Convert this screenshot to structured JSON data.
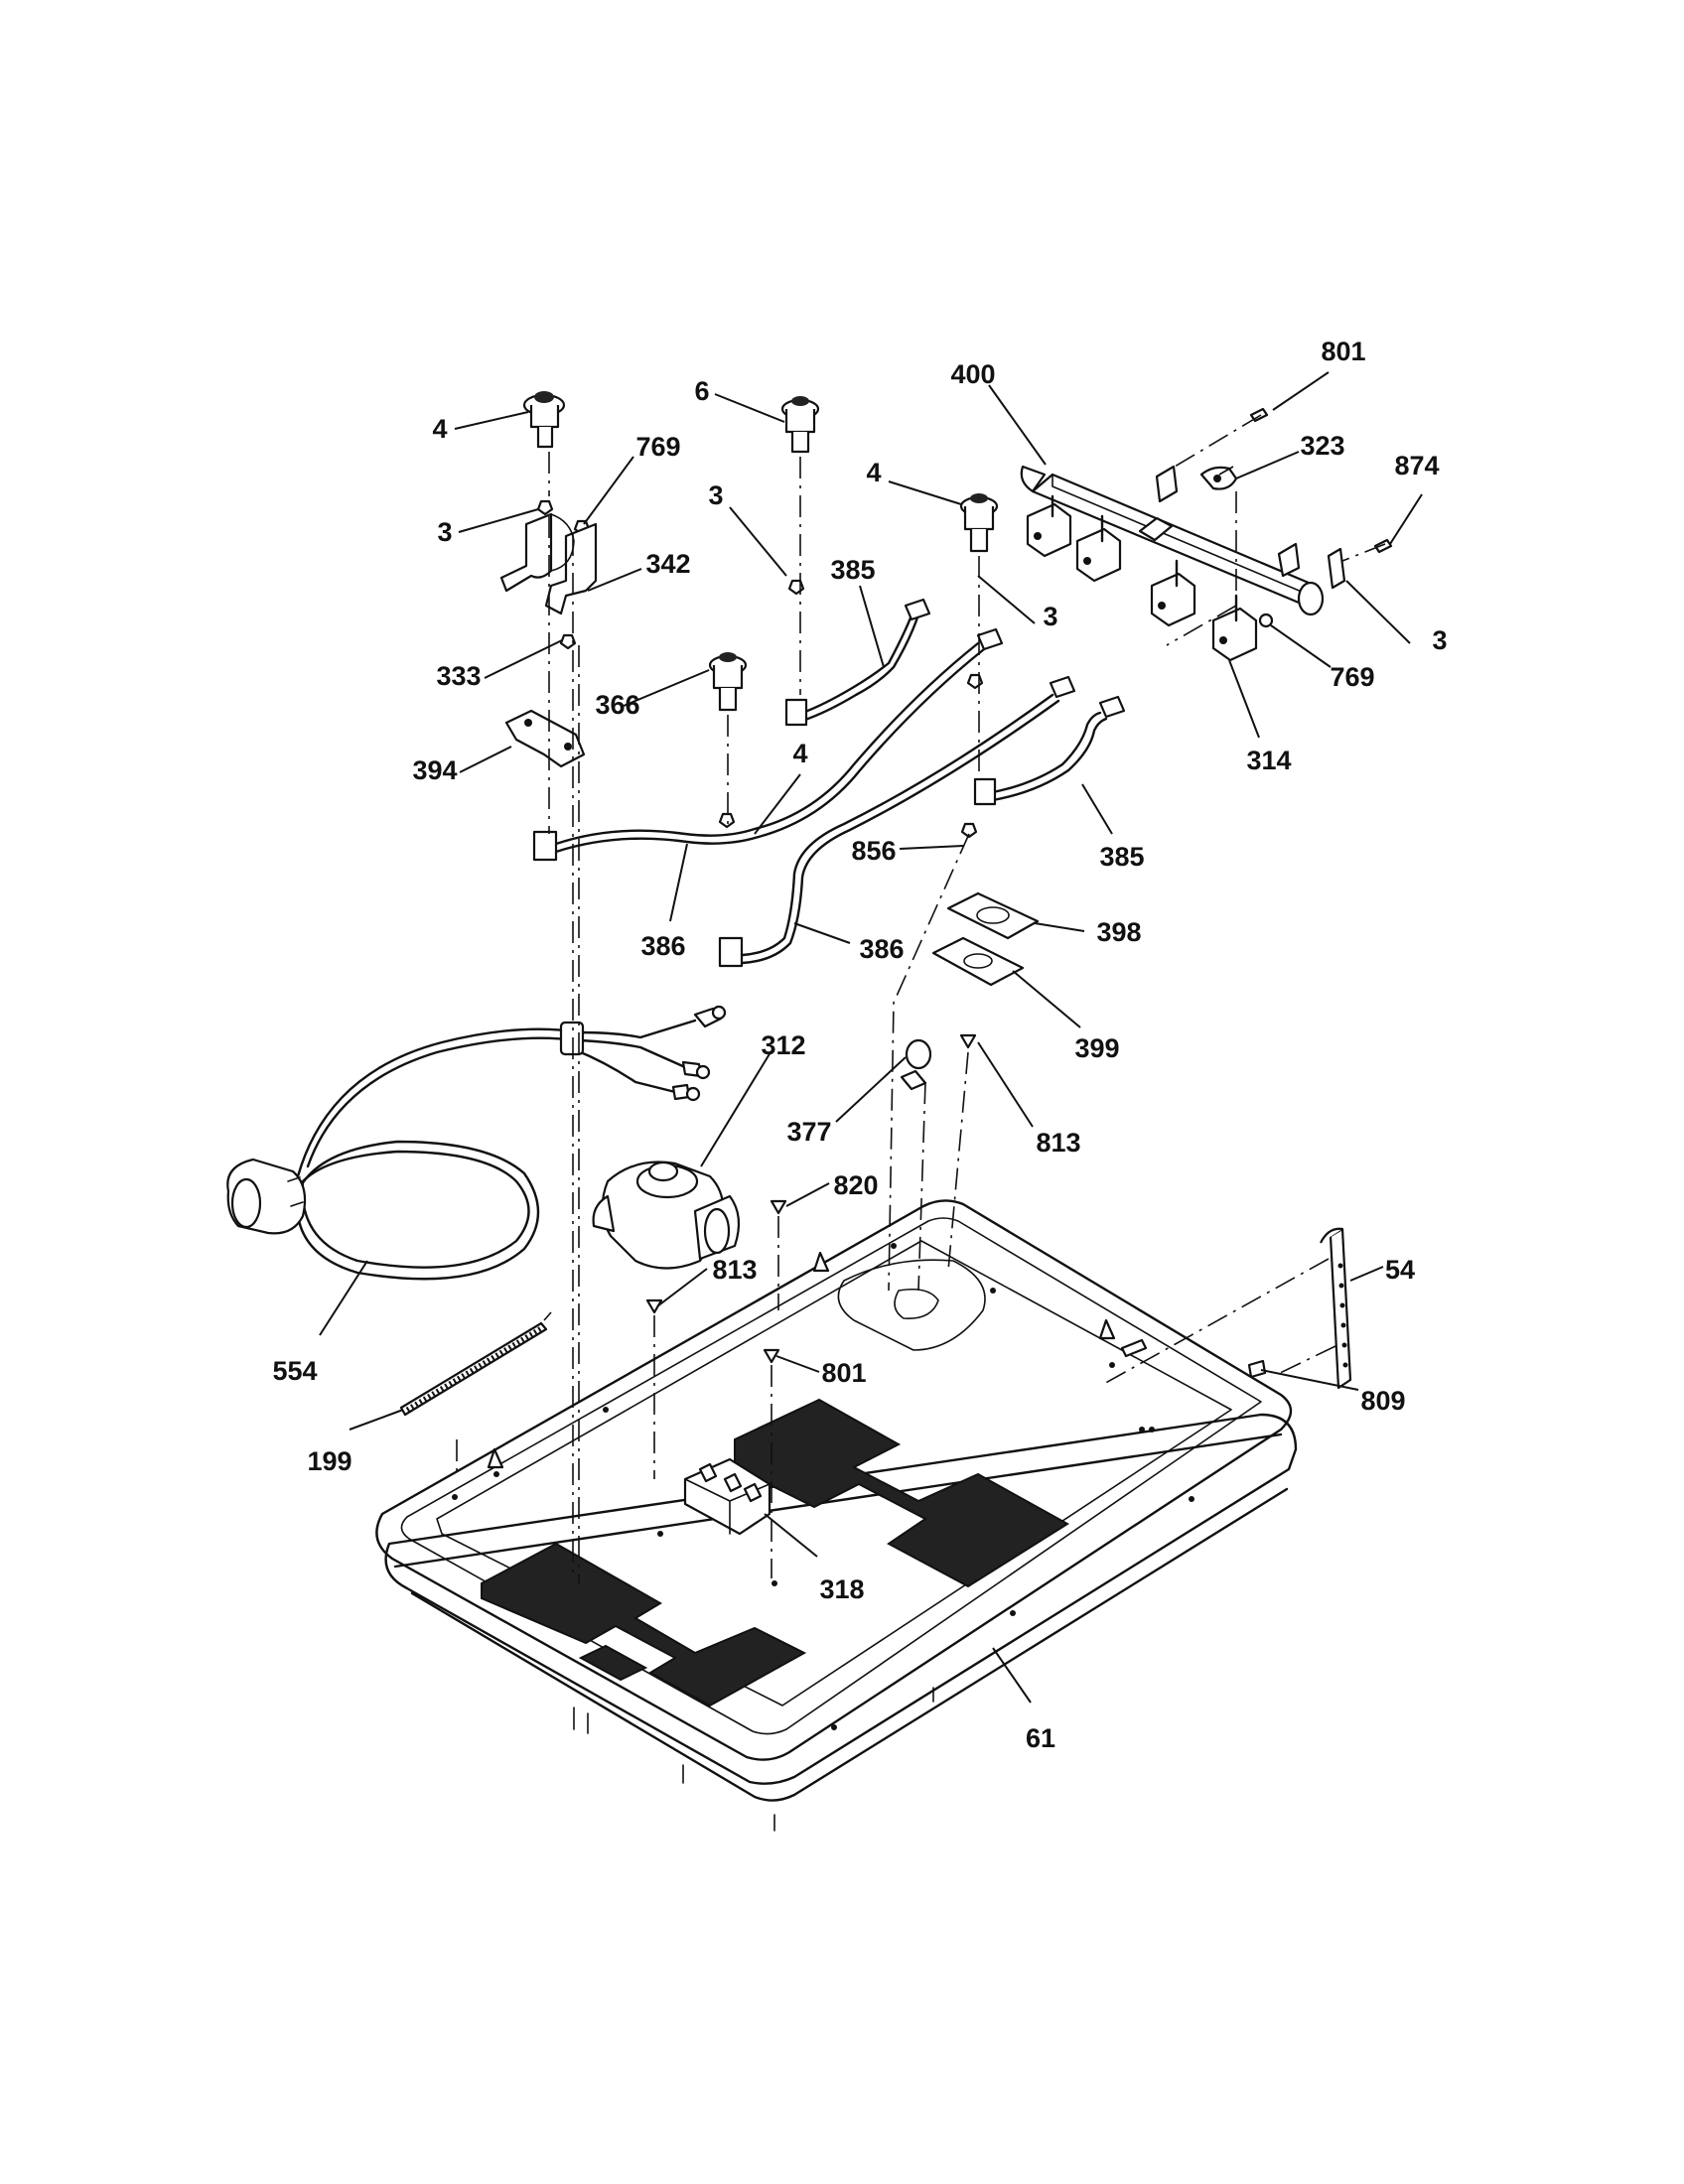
{
  "callouts": [
    {
      "id": "c801a",
      "text": "801"
    },
    {
      "id": "c400",
      "text": "400"
    },
    {
      "id": "c6",
      "text": "6"
    },
    {
      "id": "c4a",
      "text": "4"
    },
    {
      "id": "c769a",
      "text": "769"
    },
    {
      "id": "c323",
      "text": "323"
    },
    {
      "id": "c874",
      "text": "874"
    },
    {
      "id": "c3a",
      "text": "3"
    },
    {
      "id": "c3b",
      "text": "3"
    },
    {
      "id": "c342",
      "text": "342"
    },
    {
      "id": "c385a",
      "text": "385"
    },
    {
      "id": "c4b",
      "text": "4"
    },
    {
      "id": "c3c",
      "text": "3"
    },
    {
      "id": "c333",
      "text": "333"
    },
    {
      "id": "c769b",
      "text": "769"
    },
    {
      "id": "c366",
      "text": "366"
    },
    {
      "id": "c4c",
      "text": "4"
    },
    {
      "id": "c3d",
      "text": "3"
    },
    {
      "id": "c394",
      "text": "394"
    },
    {
      "id": "c314",
      "text": "314"
    },
    {
      "id": "c856",
      "text": "856"
    },
    {
      "id": "c385b",
      "text": "385"
    },
    {
      "id": "c398",
      "text": "398"
    },
    {
      "id": "c386a",
      "text": "386"
    },
    {
      "id": "c386b",
      "text": "386"
    },
    {
      "id": "c399",
      "text": "399"
    },
    {
      "id": "c312",
      "text": "312"
    },
    {
      "id": "c377",
      "text": "377"
    },
    {
      "id": "c813a",
      "text": "813"
    },
    {
      "id": "c820",
      "text": "820"
    },
    {
      "id": "c813b",
      "text": "813"
    },
    {
      "id": "c54",
      "text": "54"
    },
    {
      "id": "c801b",
      "text": "801"
    },
    {
      "id": "c554",
      "text": "554"
    },
    {
      "id": "c809",
      "text": "809"
    },
    {
      "id": "c199",
      "text": "199"
    },
    {
      "id": "c318",
      "text": "318"
    },
    {
      "id": "c61",
      "text": "61"
    }
  ]
}
